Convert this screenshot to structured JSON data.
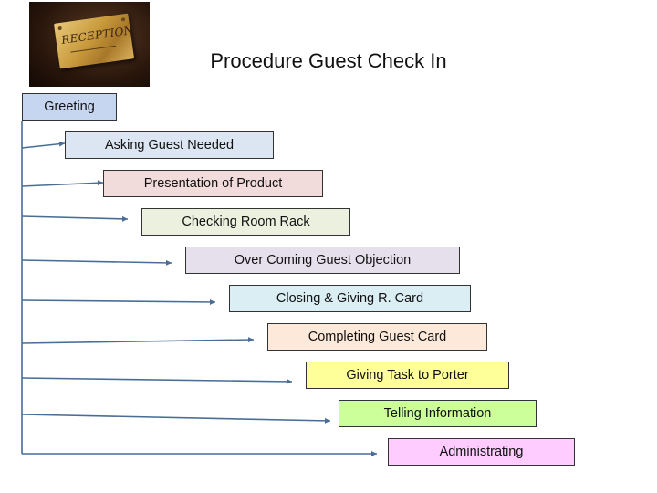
{
  "title": "Procedure Guest Check In",
  "photo": {
    "plaque_text": "RECEPTION",
    "icon": "reception-sign-photo"
  },
  "colors": {
    "box_border": "#333333",
    "line": "#4a6d96"
  },
  "steps": [
    {
      "label": "Greeting",
      "fill": "#c7d6f0"
    },
    {
      "label": "Asking Guest Needed",
      "fill": "#dce6f2"
    },
    {
      "label": "Presentation of Product",
      "fill": "#f2dcdb"
    },
    {
      "label": "Checking Room Rack",
      "fill": "#ebf1de"
    },
    {
      "label": "Over Coming Guest Objection",
      "fill": "#e6e0ec"
    },
    {
      "label": "Closing & Giving R. Card",
      "fill": "#dbeef4"
    },
    {
      "label": "Completing Guest Card",
      "fill": "#fde9d9"
    },
    {
      "label": "Giving Task to Porter",
      "fill": "#ffff99"
    },
    {
      "label": "Telling Information",
      "fill": "#ccff99"
    },
    {
      "label": "Administrating",
      "fill": "#ffccff"
    }
  ]
}
